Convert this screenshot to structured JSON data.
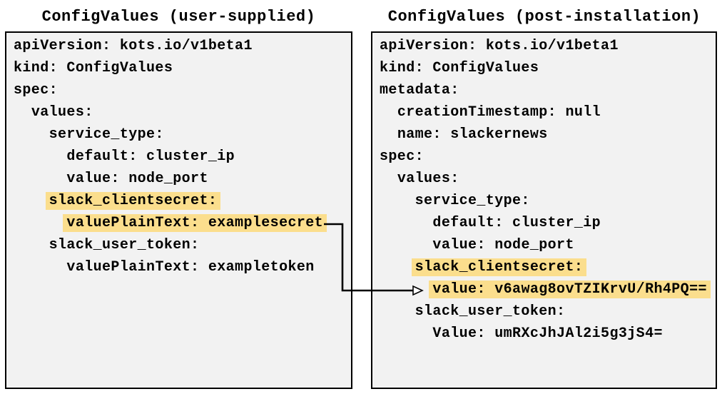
{
  "colors": {
    "panel_bg": "#f2f2f2",
    "panel_border": "#000000",
    "highlight": "#fbde8d",
    "text": "#000000",
    "arrow": "#000000"
  },
  "panels": [
    {
      "title": "ConfigValues (user-supplied)",
      "lines": [
        {
          "indent": "",
          "text": "apiVersion: kots.io/v1beta1",
          "highlight": false
        },
        {
          "indent": "",
          "text": "kind: ConfigValues",
          "highlight": false
        },
        {
          "indent": "",
          "text": "spec:",
          "highlight": false
        },
        {
          "indent": "  ",
          "text": "values:",
          "highlight": false
        },
        {
          "indent": "    ",
          "text": "service_type:",
          "highlight": false
        },
        {
          "indent": "      ",
          "text": "default: cluster_ip",
          "highlight": false
        },
        {
          "indent": "      ",
          "text": "value: node_port",
          "highlight": false
        },
        {
          "indent": "    ",
          "text": "slack_clientsecret:",
          "highlight": true
        },
        {
          "indent": "      ",
          "text": "valuePlainText: examplesecret",
          "highlight": true
        },
        {
          "indent": "    ",
          "text": "slack_user_token:",
          "highlight": false
        },
        {
          "indent": "      ",
          "text": "valuePlainText: exampletoken",
          "highlight": false
        }
      ]
    },
    {
      "title": "ConfigValues (post-installation)",
      "lines": [
        {
          "indent": "",
          "text": "apiVersion: kots.io/v1beta1",
          "highlight": false
        },
        {
          "indent": "",
          "text": "kind: ConfigValues",
          "highlight": false
        },
        {
          "indent": "",
          "text": "metadata:",
          "highlight": false
        },
        {
          "indent": "  ",
          "text": "creationTimestamp: null",
          "highlight": false
        },
        {
          "indent": "  ",
          "text": "name: slackernews",
          "highlight": false
        },
        {
          "indent": "",
          "text": "spec:",
          "highlight": false
        },
        {
          "indent": "  ",
          "text": "values:",
          "highlight": false
        },
        {
          "indent": "    ",
          "text": "service_type:",
          "highlight": false
        },
        {
          "indent": "      ",
          "text": "default: cluster_ip",
          "highlight": false
        },
        {
          "indent": "      ",
          "text": "value: node_port",
          "highlight": false
        },
        {
          "indent": "    ",
          "text": "slack_clientsecret:",
          "highlight": true
        },
        {
          "indent": "      ",
          "text": "value: v6awag8ovTZIKrvU/Rh4PQ==",
          "highlight": true
        },
        {
          "indent": "    ",
          "text": "slack_user_token:",
          "highlight": false
        },
        {
          "indent": "      ",
          "text": "Value: umRXcJhJAl2i5g3jS4=",
          "highlight": false
        }
      ]
    }
  ],
  "arrow": {
    "type": "elbow-arrow",
    "from_text": "valuePlainText: examplesecret",
    "to_text": "value: v6awag8ovTZIKrvU/Rh4PQ=="
  }
}
